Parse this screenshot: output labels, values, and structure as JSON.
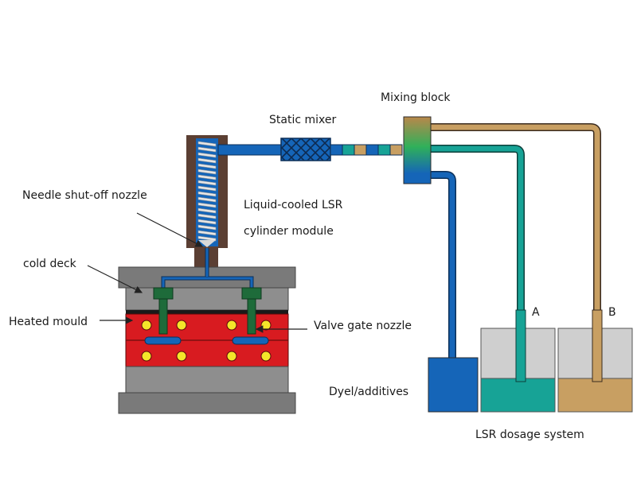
{
  "labels": {
    "mixing_block": "Mixing block",
    "static_mixer": "Static mixer",
    "needle_nozzle": "Needle shut-off nozzle",
    "cylinder_line1": "Liquid-cooled LSR",
    "cylinder_line2": "cylinder module",
    "cold_deck": "cold deck",
    "heated_mould": "Heated mould",
    "valve_gate": "Valve gate nozzle",
    "dye": "Dyel/additives",
    "tank_a": "A",
    "tank_b": "B",
    "dosage_system": "LSR dosage system"
  },
  "colors": {
    "blue": "#1565b8",
    "teal": "#17a396",
    "tan": "#c89f62",
    "brown": "#5b3f33",
    "mould_red": "#d81b20",
    "plate_gray": "#8a8a8a",
    "plate_dark": "#6f6f6f",
    "tank_gray": "#cfcfcf",
    "nozzle_green": "#1e6b3a",
    "heater_yellow": "#f4e52a"
  }
}
